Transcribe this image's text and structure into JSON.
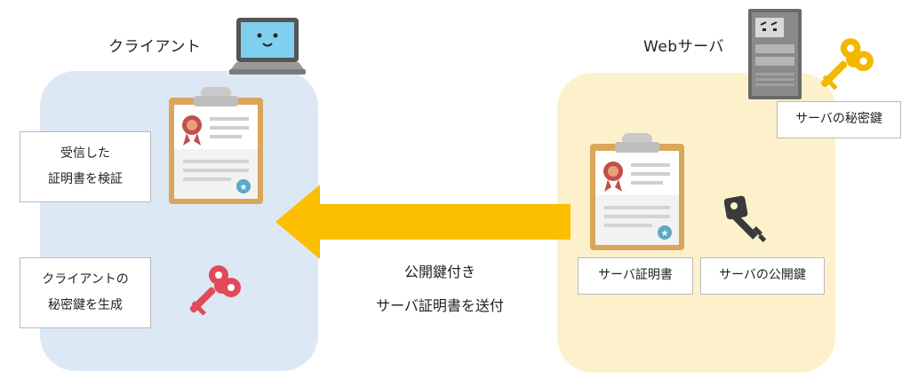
{
  "colors": {
    "client_zone": "#dde8f5",
    "server_zone": "#fdf1cc",
    "arrow": "#fbbf00",
    "red_key": "#e04a5a",
    "gold_key": "#f2b800",
    "dark_key": "#3a3a3a"
  },
  "client": {
    "title": "クライアント",
    "verify_box": {
      "line1": "受信した",
      "line2": "証明書を検証"
    },
    "keygen_box": {
      "line1": "クライアントの",
      "line2": "秘密鍵を生成"
    },
    "icons": [
      "laptop-icon",
      "certificate-icon",
      "red-key-icon"
    ]
  },
  "server": {
    "title": "Webサーバ",
    "private_key_label": "サーバの秘密鍵",
    "certificate_label": "サーバ証明書",
    "public_key_label": "サーバの公開鍵",
    "icons": [
      "server-tower-icon",
      "gold-key-icon",
      "certificate-icon",
      "dark-key-icon"
    ]
  },
  "transfer": {
    "line1": "公開鍵付き",
    "line2": "サーバ証明書を送付",
    "icon": "arrow-left-icon"
  }
}
